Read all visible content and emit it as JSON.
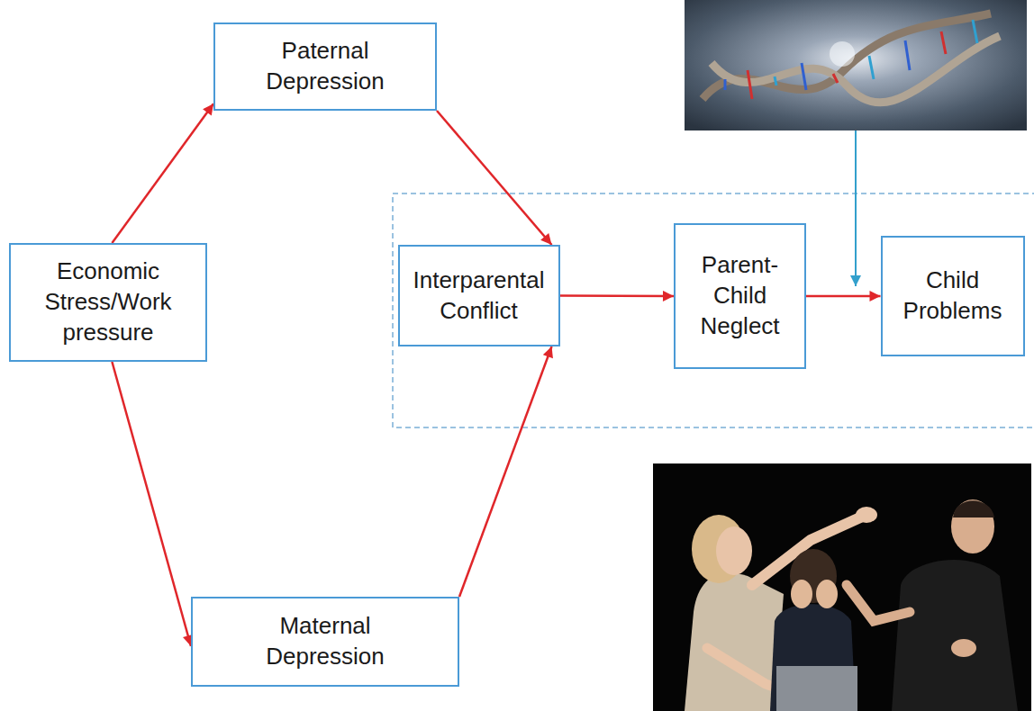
{
  "diagram": {
    "nodes": [
      {
        "text": [
          "Economic Stress/Work pressure"
        ]
      },
      {
        "text": [
          "Paternal Depression"
        ]
      },
      {
        "text": [
          "Maternal Depression"
        ]
      },
      {
        "text": [
          "Interparental Conflict"
        ]
      },
      {
        "text": [
          "Parent- Child Neglect"
        ]
      },
      {
        "text": [
          "Child Problems"
        ]
      }
    ],
    "edges": [
      {
        "from": 0,
        "to": 1,
        "arrow": "to"
      },
      {
        "from": 0,
        "to": 2,
        "arrow": "to"
      },
      {
        "from": 1,
        "to": 3,
        "arrow": "to"
      },
      {
        "from": 2,
        "to": 3,
        "arrow": "to"
      },
      {
        "from": 3,
        "to": 4,
        "arrow": "to"
      },
      {
        "from": 4,
        "to": 5,
        "arrow": "to"
      }
    ]
  }
}
